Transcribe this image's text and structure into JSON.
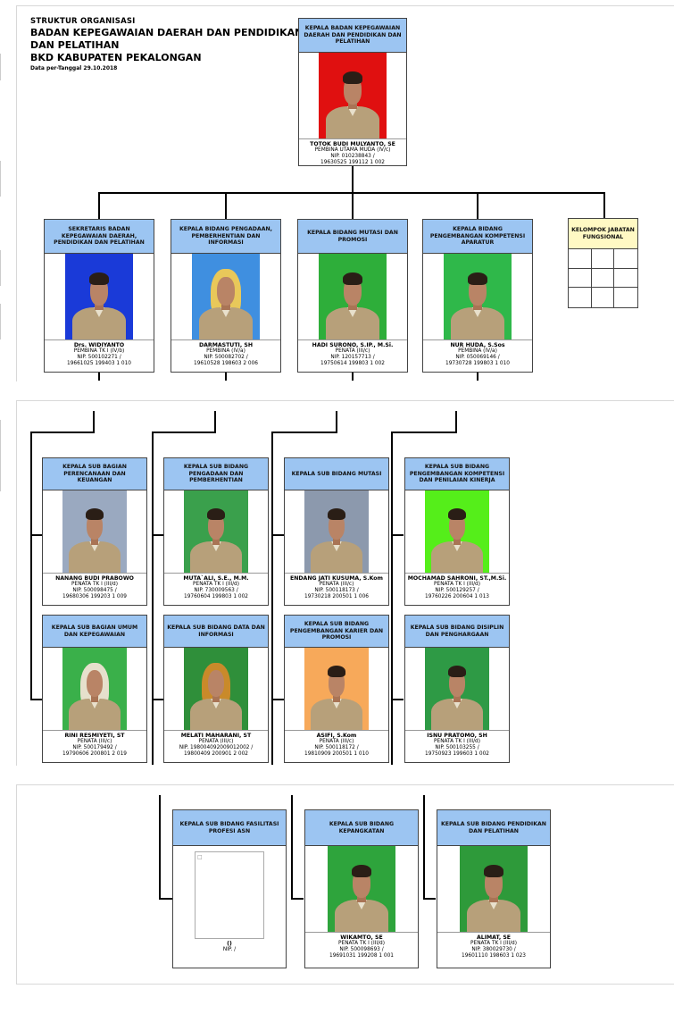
{
  "header": {
    "line1": "STRUKTUR ORGANISASI",
    "line2": "BADAN KEPEGAWAIAN DAERAH DAN PENDIDIKAN",
    "line3": "DAN PELATIHAN",
    "line4": "BKD KABUPATEN PEKALONGAN",
    "date": "Data per-Tanggal 29.10.2018"
  },
  "head": {
    "title": "KEPALA BADAN KEPEGAWAIAN DAERAH DAN PENDIDIKAN DAN PELATIHAN",
    "name": "TOTOK BUDI MULYANTO, SE",
    "rank": "PEMBINA UTAMA MUDA (IV/c)",
    "nip1": "NIP. 010238843 /",
    "nip2": "19630525 199112 1 002",
    "photo_bg": "#e01010"
  },
  "level2": [
    {
      "title": "SEKRETARIS BADAN KEPEGAWAIAN DAERAH, PENDIDIKAN DAN PELATIHAN",
      "name": "Drs. WIDIYANTO",
      "rank": "PEMBINA TK I (IV/b)",
      "nip1": "NIP. 500102271 /",
      "nip2": "19661025 199403 1 010",
      "photo_bg": "#1a3ad8"
    },
    {
      "title": "KEPALA BIDANG PENGADAAN, PEMBERHENTIAN DAN INFORMASI",
      "name": "DARMASTUTI, SH",
      "rank": "PEMBINA (IV/a)",
      "nip1": "NIP. 500082702 /",
      "nip2": "19610528 198603 2 006",
      "photo_bg": "#3f8fe0"
    },
    {
      "title": "KEPALA BIDANG MUTASI DAN PROMOSI",
      "name": "HADI SURONO, S.IP., M.Si.",
      "rank": "PENATA (III/c)",
      "nip1": "NIP. 120157713 /",
      "nip2": "19750614 199803 1 002",
      "photo_bg": "#2eae3a"
    },
    {
      "title": "KEPALA BIDANG PENGEMBANGAN KOMPETENSI APARATUR",
      "name": "NUR HUDA, S.Sos",
      "rank": "PEMBINA (IV/a)",
      "nip1": "NIP. 050069146 /",
      "nip2": "19730728 199803 1 010",
      "photo_bg": "#2fb84a"
    }
  ],
  "fungsional": {
    "title": "KELOMPOK JABATAN FUNGSIONAL"
  },
  "level3": [
    {
      "title": "KEPALA SUB BAGIAN PERENCANAAN DAN KEUANGAN",
      "name": "NANANG BUDI PRABOWO",
      "rank": "PENATA TK I (III/d)",
      "nip1": "NIP. 500098475 /",
      "nip2": "19680306 199203 1 009",
      "photo_bg": "#9aa9c0"
    },
    {
      "title": "KEPALA SUB BIDANG PENGADAAN DAN PEMBERHENTIAN",
      "name": "MUTA`ALI, S.E., M.M.",
      "rank": "PENATA TK I (III/d)",
      "nip1": "NIP. 730009563 /",
      "nip2": "19760604 199803 1 002",
      "photo_bg": "#3aa04c"
    },
    {
      "title": "KEPALA SUB BIDANG MUTASI",
      "name": "ENDANG JATI KUSUMA, S.Kom",
      "rank": "PENATA (III/c)",
      "nip1": "NIP. 500118173 /",
      "nip2": "19730218 200501 1 006",
      "photo_bg": "#8c99ad"
    },
    {
      "title": "KEPALA SUB BIDANG PENGEMBANGAN KOMPETENSI DAN PENILAIAN KINERJA",
      "name": "MOCHAMAD SAHRONI, ST.,M.Si.",
      "rank": "PENATA TK I (III/d)",
      "nip1": "NIP. 500129257 /",
      "nip2": "19760226 200604 1 013",
      "photo_bg": "#55ee1a"
    },
    {
      "title": "KEPALA SUB BAGIAN UMUM DAN KEPEGAWAIAN",
      "name": "RINI RESMIYETI, ST",
      "rank": "PENATA (III/c)",
      "nip1": "NIP. 500179492 /",
      "nip2": "19790606 200801 2 019",
      "photo_bg": "#3ab04a"
    },
    {
      "title": "KEPALA SUB BIDANG DATA DAN INFORMASI",
      "name": "MELATI MAHARANI, ST",
      "rank": "PENATA (III/c)",
      "nip1": "NIP. 198004092009012002 /",
      "nip2": "19800409 200901 2 002",
      "photo_bg": "#2f8f3a"
    },
    {
      "title": "KEPALA SUB BIDANG PENGEMBANGAN KARIER DAN PROMOSI",
      "name": "ASIFI, S.Kom",
      "rank": "PENATA (III/c)",
      "nip1": "NIP. 500118172 /",
      "nip2": "19810909 200501 1 010",
      "photo_bg": "#f7a95a"
    },
    {
      "title": "KEPALA SUB BIDANG DISIPLIN DAN PENGHARGAAN",
      "name": "ISNU PRATOMO, SH",
      "rank": "PENATA TK I (III/d)",
      "nip1": "NIP. 500103255 /",
      "nip2": "19750923 199603 1 002",
      "photo_bg": "#2e9a45"
    }
  ],
  "level4": [
    {
      "title": "KEPALA SUB BIDANG FASILITASI PROFESI ASN",
      "name": "()",
      "rank": "",
      "nip1": "NIP. /",
      "nip2": "",
      "photo_bg": ""
    },
    {
      "title": "KEPALA SUB BIDANG KEPANGKATAN",
      "name": "WIKAMTO, SE",
      "rank": "PENATA TK I (III/d)",
      "nip1": "NIP. 500098693 /",
      "nip2": "19691031 199208 1 001",
      "photo_bg": "#2ea43c"
    },
    {
      "title": "KEPALA SUB BIDANG PENDIDIKAN DAN PELATIHAN",
      "name": "ALIMAT, SE",
      "rank": "PENATA TK I (III/d)",
      "nip1": "NIP. 380029730 /",
      "nip2": "19601110 198603 1 023",
      "photo_bg": "#2e9a3a"
    }
  ]
}
